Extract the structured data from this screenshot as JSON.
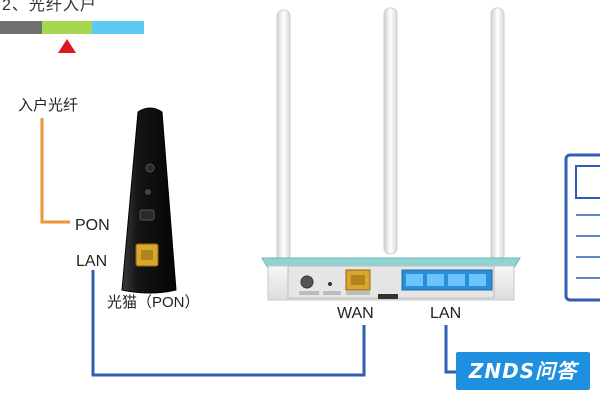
{
  "header": {
    "title": "2、光纤入户",
    "color_bar": [
      "#707070",
      "#a5d84e",
      "#5ec9f1"
    ],
    "marker_color": "#e0161f"
  },
  "labels": {
    "fiber_in": "入户光纤",
    "pon": "PON",
    "lan_modem": "LAN",
    "modem": "光猫（PON）",
    "wan": "WAN",
    "lan_router": "LAN"
  },
  "colors": {
    "fiber_cable": "#e8963a",
    "ethernet_cable": "#2f5fb0",
    "modem_body": "#141414",
    "modem_port": "#d9a72b",
    "router_trim": "#8fd3d3",
    "router_lan_ports": "#2a8fd6"
  },
  "watermark": {
    "text": "ZNDS问答"
  }
}
